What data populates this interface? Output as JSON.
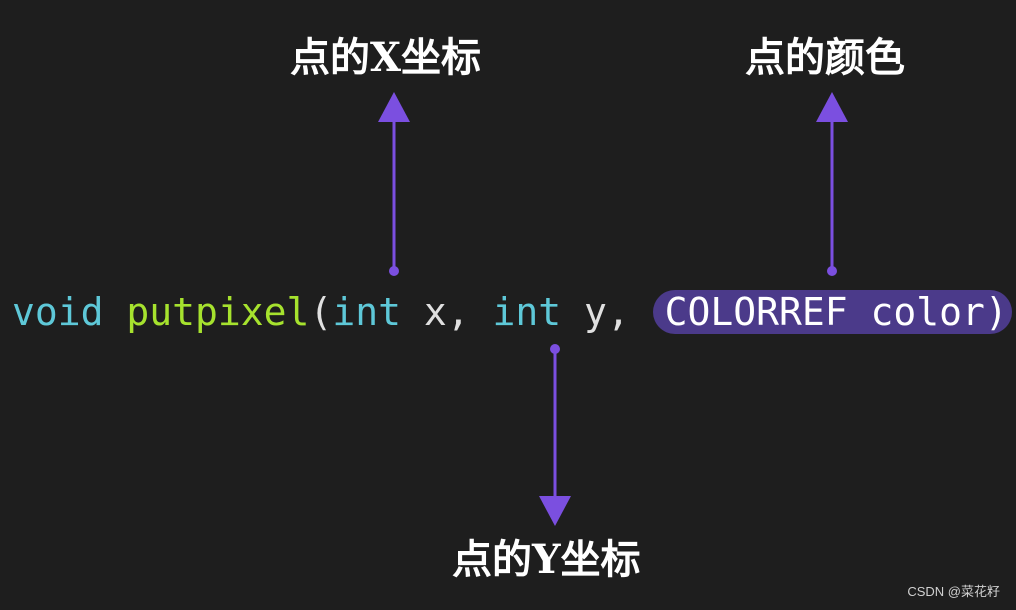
{
  "labels": {
    "x_coord": "点的X坐标",
    "color": "点的颜色",
    "y_coord": "点的Y坐标"
  },
  "code": {
    "kw_void": "void",
    "fn_name": "putpixel",
    "open_paren": "(",
    "kw_int_1": "int",
    "param_x": " x, ",
    "kw_int_2": "int",
    "param_y": " y, ",
    "highlight_text": "COLORREF color)",
    "semicolon": ";"
  },
  "colors": {
    "background": "#1e1e1e",
    "arrow": "#7b4fe0",
    "highlight": "#4b3a8a",
    "keyword": "#5ec8d8",
    "function": "#a6e22e"
  },
  "watermark": {
    "text": "CSDN @菜花籽"
  }
}
